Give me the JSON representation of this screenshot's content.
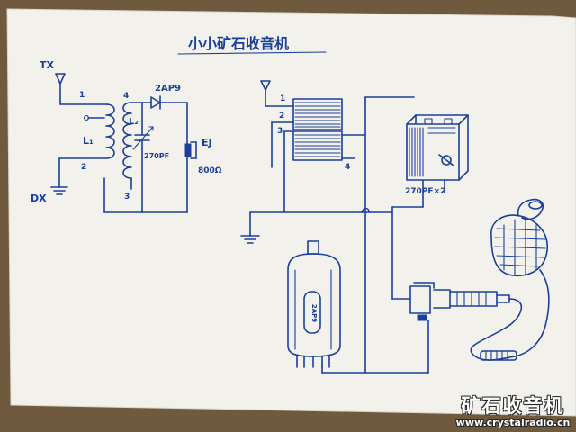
{
  "title": "小小矿石收音机",
  "schematic": {
    "antenna_label": "TX",
    "ground_label": "DX",
    "coil1_label": "L₁",
    "coil2_label": "L₂",
    "diode_label": "2AP9",
    "capacitor_label": "270PF",
    "earphone_label": "EJ",
    "earphone_impedance": "800Ω",
    "terminal_1": "1",
    "terminal_2": "2",
    "terminal_3": "3",
    "terminal_4": "4"
  },
  "wiring": {
    "terminal_1": "1",
    "terminal_2": "2",
    "terminal_3": "3",
    "terminal_4": "4",
    "capacitor_label": "270PF×2",
    "diode_text": "2AP9"
  },
  "watermark": {
    "title": "矿石收音机",
    "url": "www.crystalradio.cn"
  },
  "colors": {
    "ink": "#1b3f9a",
    "paper": "#f2f1ec",
    "table": "#6f5a3e"
  }
}
